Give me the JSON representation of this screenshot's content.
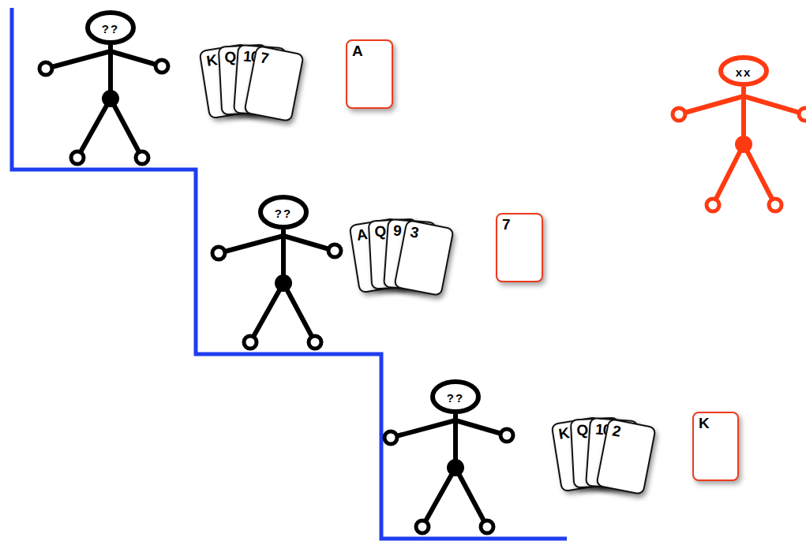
{
  "diagram": {
    "nodes": [
      {
        "text": [
          "??"
        ]
      },
      {
        "text": [
          "K"
        ]
      },
      {
        "text": [
          "Q"
        ]
      },
      {
        "text": [
          "10"
        ]
      },
      {
        "text": [
          "7"
        ]
      },
      {
        "text": [
          "A"
        ]
      },
      {
        "text": [
          "xx"
        ]
      },
      {
        "text": [
          "??"
        ]
      },
      {
        "text": [
          "A"
        ]
      },
      {
        "text": [
          "Q"
        ]
      },
      {
        "text": [
          "9"
        ]
      },
      {
        "text": [
          "3"
        ]
      },
      {
        "text": [
          "7"
        ]
      },
      {
        "text": [
          "??"
        ]
      },
      {
        "text": [
          "K"
        ]
      },
      {
        "text": [
          "Q"
        ]
      },
      {
        "text": [
          "10"
        ]
      },
      {
        "text": [
          "2"
        ]
      },
      {
        "text": [
          "K"
        ]
      }
    ]
  }
}
